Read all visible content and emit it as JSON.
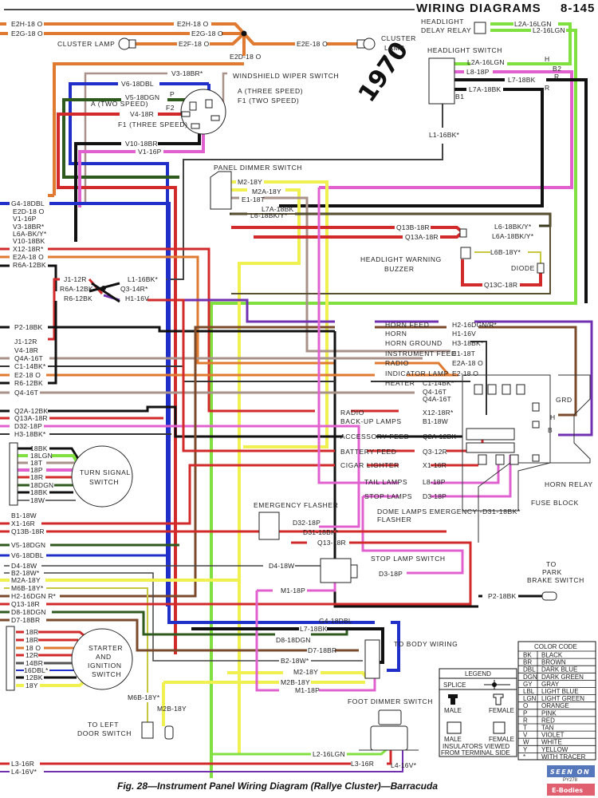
{
  "header": {
    "title": "WIRING DIAGRAMS",
    "page_number": "8-145",
    "year_stamp": "1970"
  },
  "caption": "Fig. 28—Instrument Panel Wiring Diagram (Rallye Cluster)—Barracuda",
  "wire_colors": {
    "BK": "#111111",
    "BR": "#7a4a2a",
    "DBL": "#1f2fc8",
    "DGN": "#2f5a1e",
    "T": "#a8928a",
    "R": "#d22a2a",
    "O": "#e07a30",
    "P": "#e060d0",
    "Y": "#f0f050",
    "LGN": "#80e040",
    "V": "#7030b0",
    "W": "#444444",
    "GY": "#888888"
  },
  "components": {
    "cluster_lamp_left": "CLUSTER LAMP",
    "cluster_lamp_right_1": "CLUSTER",
    "cluster_lamp_right_2": "LAMP",
    "wiper_switch": "WINDSHIELD WIPER SWITCH",
    "wiper_a": "A (THREE SPEED)",
    "wiper_f1": "F1 (TWO SPEED)",
    "wiper_a2": "A (TWO SPEED)",
    "wiper_f1b": "F1 (THREE SPEED)",
    "wiper_p": "P",
    "wiper_f2": "F2",
    "headlight_delay_1": "HEADLIGHT",
    "headlight_delay_2": "DELAY RELAY",
    "headlight_switch": "HEADLIGHT SWITCH",
    "hs_h": "H",
    "hs_b2": "B2",
    "hs_r1": "R",
    "hs_r2": "R",
    "hs_b1": "B1",
    "panel_dimmer": "PANEL DIMMER SWITCH",
    "buzzer_1": "HEADLIGHT WARNING",
    "buzzer_2": "BUZZER",
    "diode": "DIODE",
    "turn_signal_1": "TURN SIGNAL",
    "turn_signal_2": "SWITCH",
    "emergency_flasher": "EMERGENCY FLASHER",
    "stop_lamp_switch": "STOP LAMP SWITCH",
    "park_brake_1": "TO",
    "park_brake_2": "PARK",
    "park_brake_3": "BRAKE SWITCH",
    "body_wiring": "TO BODY WIRING",
    "starter_1": "STARTER",
    "starter_2": "AND",
    "starter_3": "IGNITION",
    "starter_4": "SWITCH",
    "door_switch_1": "TO LEFT",
    "door_switch_2": "DOOR SWITCH",
    "foot_dimmer": "FOOT DIMMER SWITCH",
    "horn_relay": "HORN RELAY",
    "fuse_block": "FUSE BLOCK",
    "grd": "GRD",
    "relay_h": "H",
    "relay_b": "B",
    "dome_1": "DOME LAMPS EMERGENCY -D31-18BK*",
    "dome_2": "FLASHER"
  },
  "circuits": {
    "horn_feed": "HORN FEED",
    "horn": "HORN",
    "horn_ground": "HORN GROUND",
    "instrument_feed": "INSTRUMENT FEED",
    "radio": "RADIO",
    "indicator_lamp": "INDICATOR LAMP",
    "heater": "HEATER",
    "radio2": "RADIO",
    "backup_lamps": "BACK-UP LAMPS",
    "accessory_feed": "ACCESSORY FEED",
    "battery_feed": "BATTERY FEED",
    "cigar_lighter": "CIGAR LIGHTER",
    "tail_lamps": "TAIL LAMPS",
    "stop_lamps": "STOP LAMPS"
  },
  "wires": {
    "e2h_l": "E2H-18 O",
    "e2g_l": "E2G-18 O",
    "e2h_r": "E2H-18 O",
    "e2g_r": "E2G-18 O",
    "e2f": "E2F-18 O",
    "e2d_top": "E2D-18 O",
    "e2e": "E2E-18 O",
    "v3": "V3-18BR*",
    "v6": "V6-18DBL",
    "v5": "V5-18DGN",
    "v4": "V4-18R",
    "v10": "V10-18BR",
    "v1": "V1-16P",
    "l2a_top": "L2A-16LGN",
    "l2_top": "L2-16LGN",
    "l2a_hs": "L2A-16LGN",
    "l8_hs": "L8-18P",
    "l7_hs": "L7-18BK",
    "l7a_hs": "L7A-18BK",
    "l1_hs": "L1-16BK*",
    "m2_pd": "M2-18Y",
    "m2a_pd": "M2A-18Y",
    "e1_pd": "E1-18T",
    "l7a_pd": "L7A-18BK",
    "l6_pd": "L6-18BK/Y*",
    "q13b": "Q13B-18R",
    "q13a": "Q13A-18R",
    "l6_bz": "L6-18BK/Y*",
    "l6a_bz": "L6A-18BK/Y*",
    "l6b": "L6B-18Y*",
    "q13c": "Q13C-18R",
    "g4_l": "G4-18DBL",
    "e2d_l": "E2D-18 O",
    "v1_l": "V1-16P",
    "v3_l": "V3-18BR*",
    "l6a_l": "L6A-BK/Y*",
    "v10_l": "V10-18BK",
    "x12_l": "X12-18R*",
    "e2a_l": "E2A-18 O",
    "r6a_l": "R6A-12BK",
    "j1_s": "J1-12R",
    "r6a_s": "R6A-12BK",
    "r6_s": "R6-12BK",
    "l1_s": "L1-16BK*",
    "q3_s": "Q3-14R*",
    "h1_s": "H1-16V",
    "p2_l": "P2-18BK",
    "j1_l": "J1-12R",
    "v4_l": "V4-18R",
    "q4a_l": "Q4A-16T",
    "c1_l": "C1-14BK*",
    "e2_l": "E2-18 O",
    "r6_l": "R6-12BK",
    "q4_l": "Q4-16T",
    "q2a_l": "Q2A-12BK",
    "q13a_l": "Q13A-18R",
    "d32_l": "D32-18P",
    "h3_l": "H3-18BK*",
    "h2_r": "H2-16DGN/R*",
    "h1_r": "H1-16V",
    "h3_r": "H3-18BK*",
    "e1_r": "E1-18T",
    "e2a_r": "E2A-18 O",
    "e2_r": "E2-18 O",
    "c1_r": "C1-14BK*",
    "q4_r": "Q4-16T",
    "q4a_r": "Q4A-16T",
    "x12_r": "X12-18R*",
    "b1_r": "B1-18W",
    "q2a_r": "Q2A-12BK",
    "q3_r": "Q3-12R",
    "x1_r": "X1-16R",
    "l8_r": "L8-18P",
    "d3_r": "D3-18P",
    "ts": [
      "18BK",
      "18LGN",
      "18T",
      "18P",
      "18R",
      "18DGN",
      "18BK",
      "18W"
    ],
    "b1_l": "B1-18W",
    "x1_l": "X1-16R",
    "q13b_l": "Q13B-18R",
    "v5_l": "V5-18DGN",
    "v6_l": "V6-18DBL",
    "d4_l": "D4-18W",
    "b2_l": "B2-18W*",
    "m2a_l": "M2A-18Y",
    "m6b_l": "M6B-18Y*",
    "h2_l": "H2-16DGN R*",
    "q13_l": "Q13-18R",
    "d8_l": "D8-18DGN",
    "d7_l": "D7-18BR",
    "d32_ef": "D32-18P",
    "d31_ef": "D31-18BK*",
    "q13_ef": "Q13-18R",
    "d4_sl": "D4-18W",
    "d3_sl": "D3-18P",
    "m1_sl": "M1-18P",
    "p2_r": "P2-18BK",
    "g4_b": "G4-18DBL",
    "l7_b": "L7-18BK",
    "d8_b": "D8-18DGN",
    "d7_b": "D7-18BR",
    "b2_b": "B2-18W*",
    "m2_b": "M2-18Y",
    "m2b_b": "M2B-18Y",
    "m1_b": "M1-18P",
    "st": [
      "18R",
      "18R",
      "18 O",
      "12R",
      "14BR",
      "16DBL*",
      "12BK",
      "18Y"
    ],
    "m6b_d": "M6B-18Y*",
    "m2b_d": "M2B-18Y",
    "l2_fd": "L2-16LGN",
    "l3_fd": "L3-16R",
    "l4_fd": "L4-16V*",
    "l3_l": "L3-16R",
    "l4_l": "L4-16V*"
  },
  "legend": {
    "title": "LEGEND",
    "splice": "SPLICE",
    "male": "MALE",
    "female": "FEMALE",
    "male2": "MALE",
    "female2": "FEMALE",
    "note_1": "INSULATORS VIEWED",
    "note_2": "FROM TERMINAL SIDE"
  },
  "color_code": {
    "title": "COLOR CODE",
    "rows": [
      {
        "code": "BK",
        "name": "BLACK"
      },
      {
        "code": "BR",
        "name": "BROWN"
      },
      {
        "code": "DBL",
        "name": "DARK BLUE"
      },
      {
        "code": "DGN",
        "name": "DARK GREEN"
      },
      {
        "code": "GY",
        "name": "GRAY"
      },
      {
        "code": "LBL",
        "name": "LIGHT BLUE"
      },
      {
        "code": "LGN",
        "name": "LIGHT GREEN"
      },
      {
        "code": "O",
        "name": "ORANGE"
      },
      {
        "code": "P",
        "name": "PINK"
      },
      {
        "code": "R",
        "name": "RED"
      },
      {
        "code": "T",
        "name": "TAN"
      },
      {
        "code": "V",
        "name": "VIOLET"
      },
      {
        "code": "W",
        "name": "WHITE"
      },
      {
        "code": "Y",
        "name": "YELLOW"
      },
      {
        "code": "*",
        "name": "WITH TRACER"
      }
    ]
  },
  "badge": {
    "line1": "SEEN ON",
    "line2": "PY278",
    "line3": "E-Bodies"
  }
}
